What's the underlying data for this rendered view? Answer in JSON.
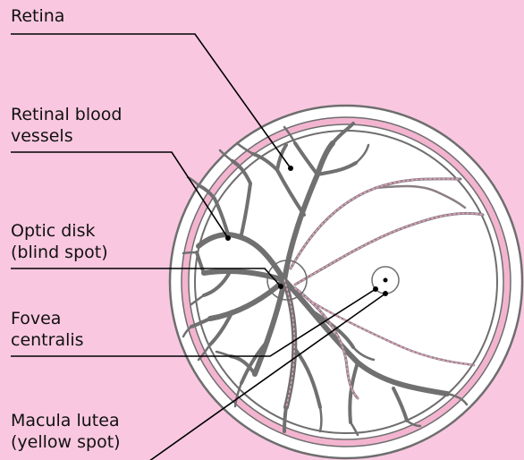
{
  "labels": {
    "retina": [
      "Retina"
    ],
    "vessels": [
      "Retinal blood",
      "vessels"
    ],
    "optic_disk": [
      "Optic disk",
      "(blind spot)"
    ],
    "fovea": [
      "Fovea",
      "centralis"
    ],
    "macula": [
      "Macula lutea",
      "(yellow spot)"
    ]
  },
  "colors": {
    "background": "#f9c8e0",
    "eye_fill": "#ffffff",
    "outline": "#6e6e6e",
    "pink_ring": "#f3b4cf",
    "vessel": "#707070",
    "vessel_dots": "#e7a2c0",
    "leader_line": "#000000"
  }
}
